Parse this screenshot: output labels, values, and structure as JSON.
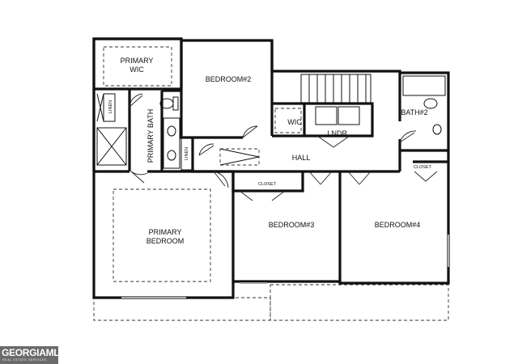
{
  "rooms": {
    "primary_wic": "PRIMARY WIC",
    "bedroom2": "BEDROOM#2",
    "primary_bath": "PRIMARY BATH",
    "linen_upper": "LINEN",
    "linen_lower": "LINEN",
    "wic": "WIC",
    "lndr": "LNDR.",
    "bath2": "BATH#2",
    "hall": "HALL",
    "closet_hall": "CLOSET",
    "closet_b4": "CLOSET",
    "primary_bedroom": "PRIMARY BEDROOM",
    "bedroom3": "BEDROOM#3",
    "bedroom4": "BEDROOM#4"
  },
  "logo": {
    "brand": "GEORGIAMLS",
    "tagline": "REAL ESTATE SERVICES"
  }
}
